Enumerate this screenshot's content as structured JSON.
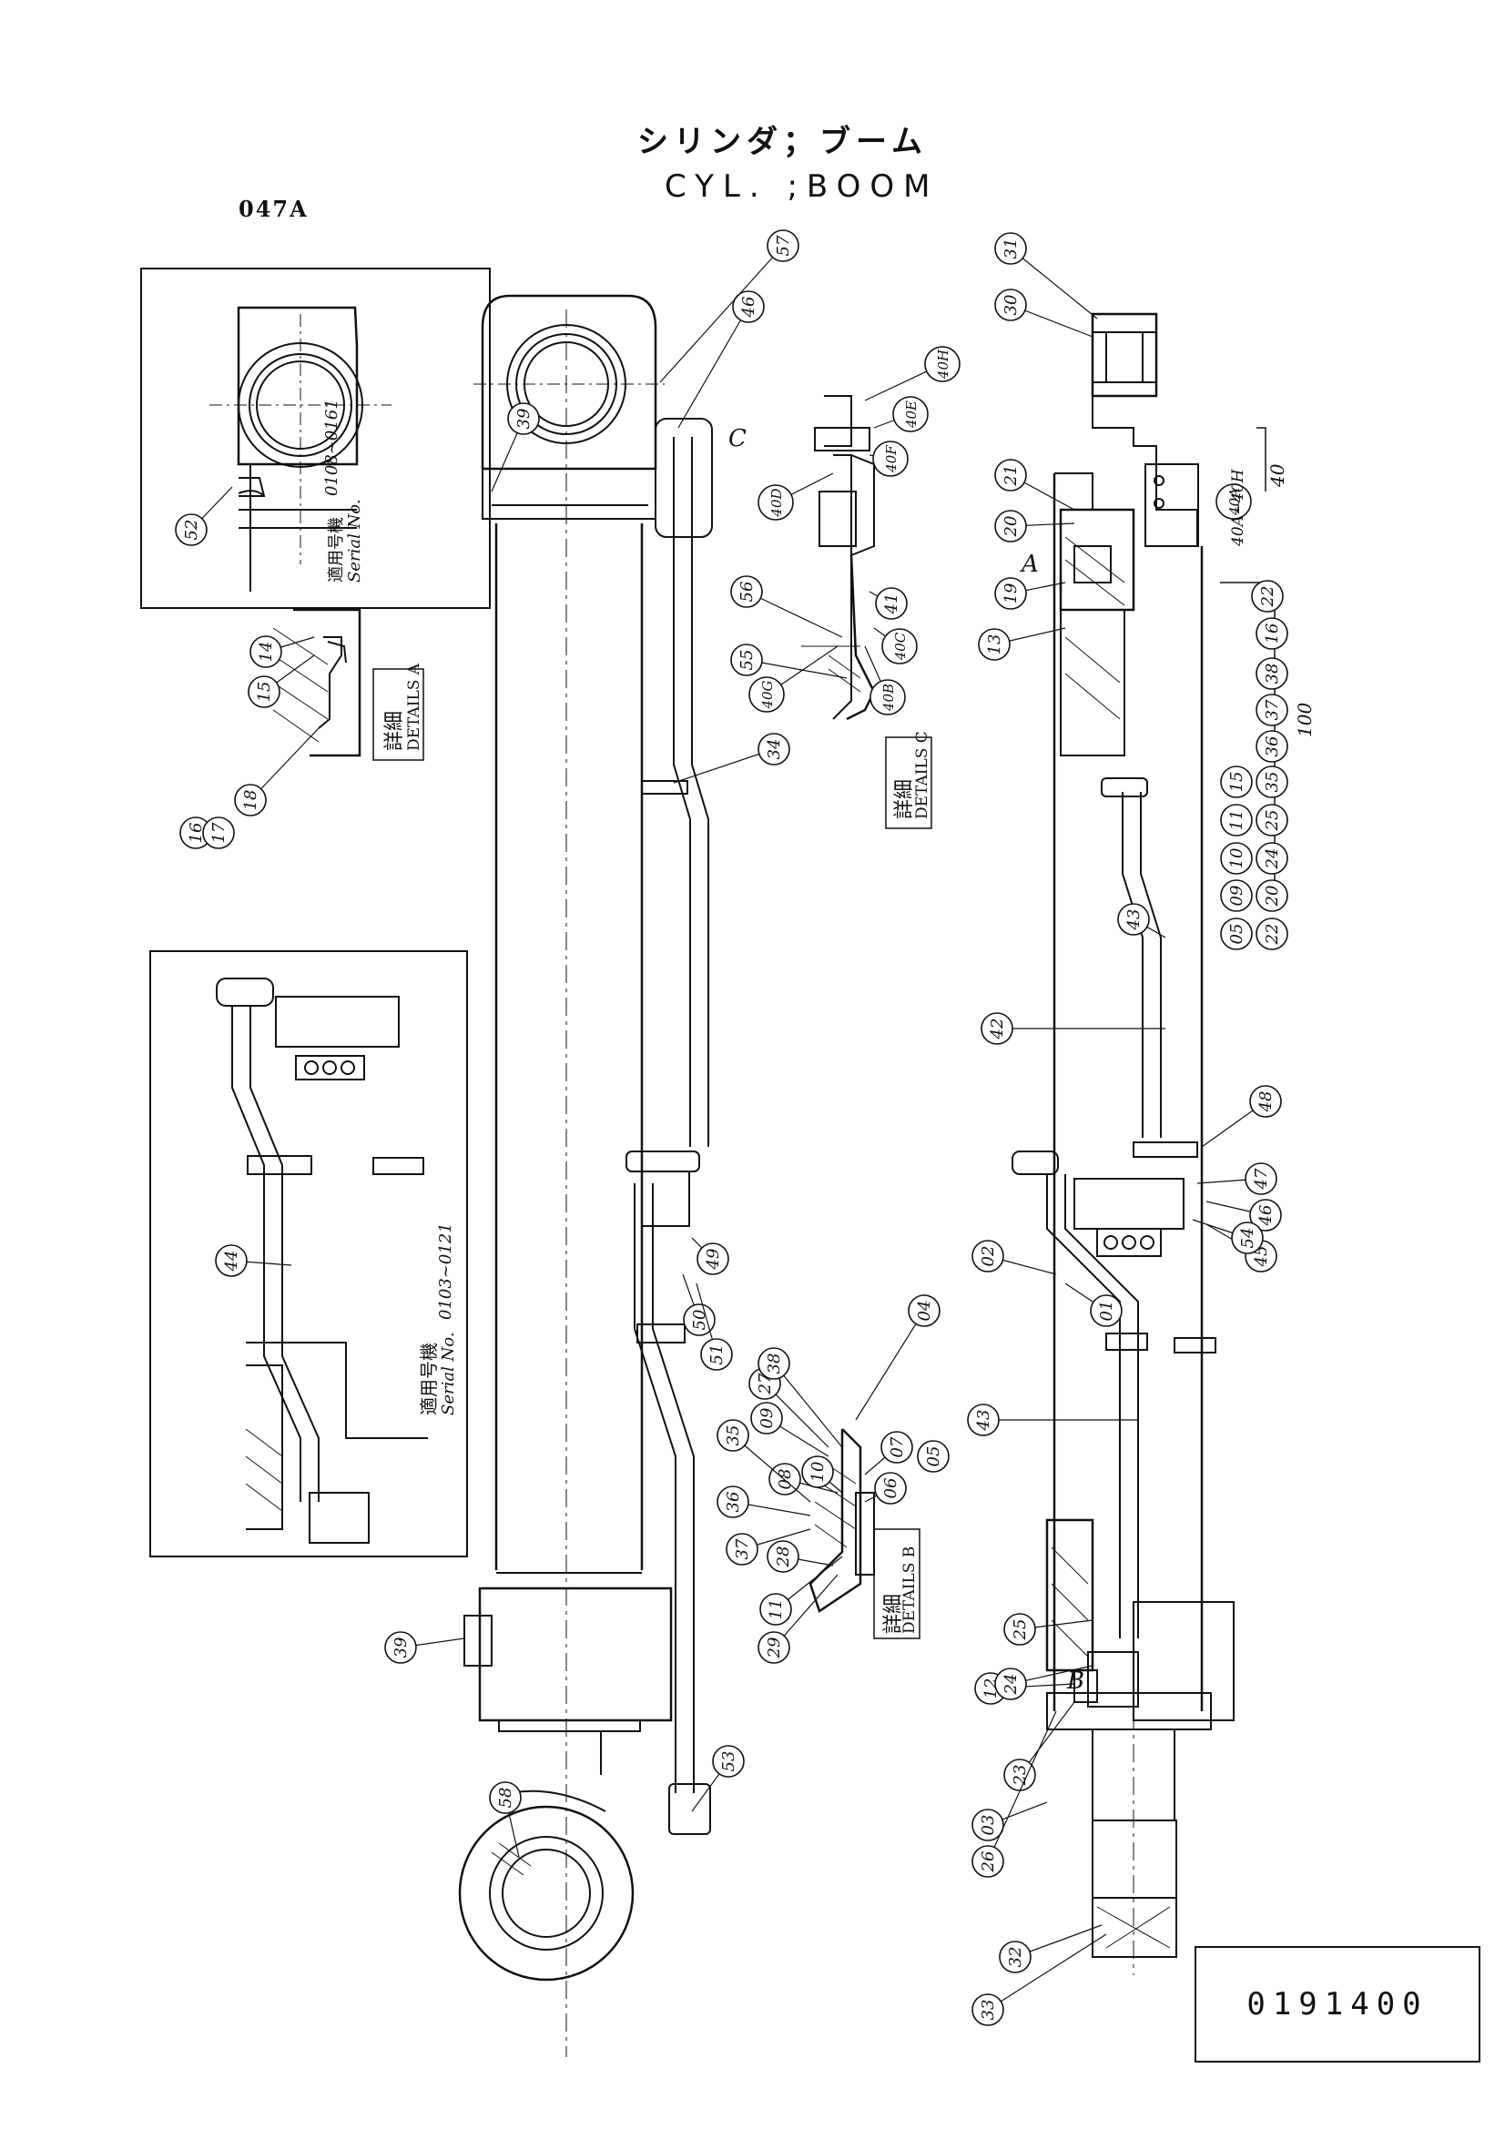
{
  "title_jp": "シリンダ；ブーム",
  "title_en": "CYL. ;BOOM",
  "page_code": "047A",
  "document_number": "0191400",
  "inset_top": {
    "serial_jp": "適用号機",
    "serial_en": "Serial No.",
    "serial_range": "0108~0161"
  },
  "inset_mid": {
    "serial_jp": "適用号機",
    "serial_en": "Serial No.",
    "serial_range": "0103~0121"
  },
  "details": {
    "a": {
      "jp": "詳細",
      "en": "DETAILS A"
    },
    "b": {
      "jp": "詳細",
      "en": "DETAILS B"
    },
    "c": {
      "jp": "詳細",
      "en": "DETAILS C"
    }
  },
  "view_letters": {
    "a": "A",
    "b": "B",
    "c": "C"
  },
  "assembly_refs": {
    "seal_kit": "100",
    "valve_group": "40",
    "valve_range": "40A~40H"
  },
  "callouts": [
    "01",
    "02",
    "03",
    "04",
    "05",
    "06",
    "07",
    "08",
    "09",
    "10",
    "11",
    "12",
    "13",
    "14",
    "15",
    "16",
    "17",
    "18",
    "19",
    "20",
    "21",
    "22",
    "23",
    "24",
    "25",
    "26",
    "27",
    "28",
    "29",
    "30",
    "31",
    "32",
    "33",
    "34",
    "35",
    "36",
    "37",
    "38",
    "39",
    "39",
    "40A",
    "40B",
    "40C",
    "40D",
    "40E",
    "40F",
    "40G",
    "40H",
    "41",
    "42",
    "43",
    "43",
    "44",
    "45",
    "46",
    "46",
    "47",
    "48",
    "49",
    "50",
    "51",
    "52",
    "53",
    "54",
    "55",
    "56",
    "57",
    "58"
  ],
  "kit_list": [
    "05",
    "09",
    "10",
    "11",
    "15",
    "16",
    "22",
    "20",
    "24",
    "25",
    "35",
    "36",
    "37",
    "38"
  ],
  "colors": {
    "line": "#111111",
    "paper": "#ffffff"
  }
}
